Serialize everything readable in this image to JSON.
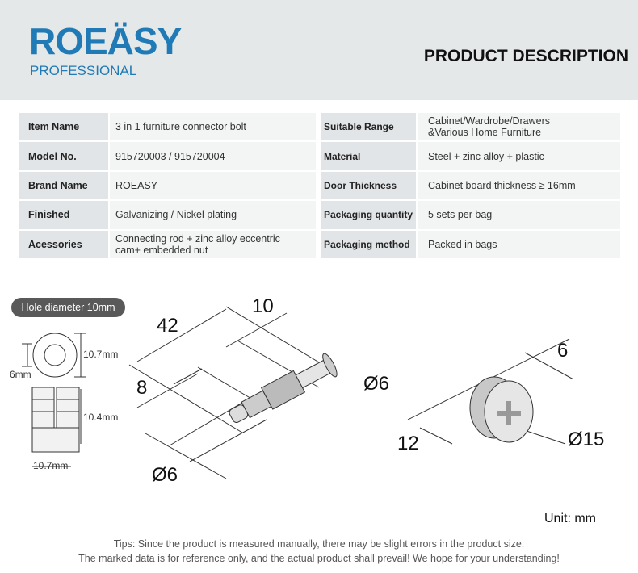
{
  "header": {
    "logo": "ROEASY",
    "logo_display": "ROEÄSY",
    "logo_sub": "PROFESSIONAL",
    "title": "PRODUCT DESCRIPTION"
  },
  "spec_left": [
    {
      "label": "Item Name",
      "value": "3 in 1 furniture connector bolt"
    },
    {
      "label": "Model No.",
      "value": "915720003 / 915720004"
    },
    {
      "label": "Brand Name",
      "value": "ROEASY"
    },
    {
      "label": "Finished",
      "value": "Galvanizing / Nickel plating"
    },
    {
      "label": "Acessories",
      "value": "Connecting rod + zinc alloy eccentric cam+ embedded nut"
    }
  ],
  "spec_right": [
    {
      "label": "Suitable Range",
      "value": "Cabinet/Wardrobe/Drawers &Various Home Furniture"
    },
    {
      "label": "Material",
      "value": "Steel + zinc alloy + plastic"
    },
    {
      "label": "Door Thickness",
      "value": "Cabinet board thickness ≥ 16mm"
    },
    {
      "label": "Packaging quantity",
      "value": "5 sets per bag"
    },
    {
      "label": "Packaging method",
      "value": "Packed in bags"
    }
  ],
  "diagram": {
    "hole_badge": "Hole diameter 10mm",
    "nut": {
      "d_outer": "10.7mm",
      "d_inner": "6mm",
      "height": "10.4mm",
      "width": "10.7mm"
    },
    "bolt": {
      "length": "42",
      "head": "10",
      "thread": "8",
      "d_thread": "Ø6",
      "d_head": "Ø6"
    },
    "cam": {
      "width": "6",
      "offset": "12",
      "diameter": "Ø15"
    }
  },
  "unit": "Unit: mm",
  "tips": [
    "Tips: Since the product is measured manually, there may be slight errors in the product size.",
    "The marked data is for reference only, and the actual product shall prevail! We hope for your understanding!"
  ]
}
